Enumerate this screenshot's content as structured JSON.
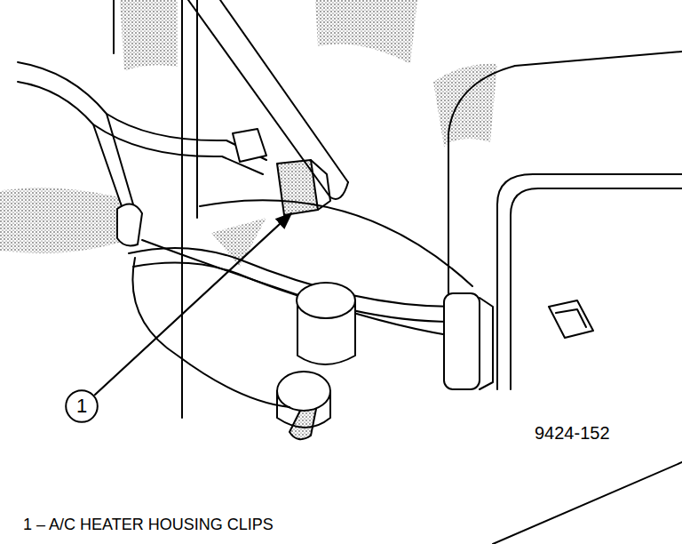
{
  "diagram": {
    "caption": "1 – A/C HEATER HOUSING CLIPS",
    "nodes": [
      {
        "text": [
          "1"
        ]
      }
    ],
    "labels": [
      "9424-152"
    ]
  }
}
